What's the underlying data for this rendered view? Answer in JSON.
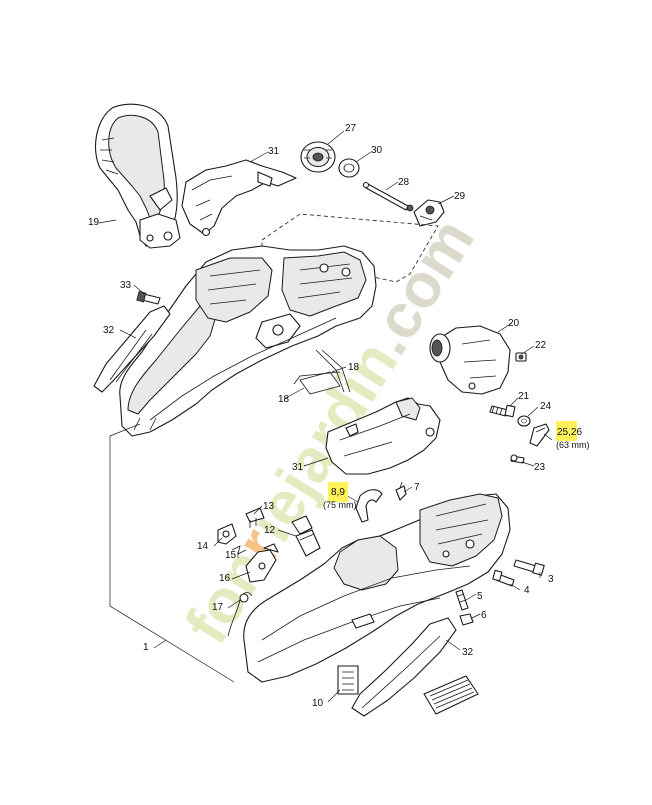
{
  "diagram": {
    "labels": {
      "p1": "1",
      "p3": "3",
      "p4": "4",
      "p5": "5",
      "p6": "6",
      "p7": "7",
      "p89": "8,9",
      "p89_note": "(75 mm)",
      "p10": "10",
      "p12": "12",
      "p13": "13",
      "p14": "14",
      "p15": "15",
      "p16": "16",
      "p17": "17",
      "p18a": "18",
      "p18b": "18",
      "p19": "19",
      "p20": "20",
      "p21": "21",
      "p22": "22",
      "p23": "23",
      "p24": "24",
      "p2526": "25,26",
      "p2526_note": "(63 mm)",
      "p27": "27",
      "p28": "28",
      "p29": "29",
      "p30": "30",
      "p31a": "31",
      "p31b": "31",
      "p32a": "32",
      "p32b": "32",
      "p33": "33"
    },
    "highlight_color": "#fdf25a",
    "watermark": {
      "part1": "fon",
      "part2": "r",
      "part3": "ie",
      "part4": "jardin",
      "part5": ".com",
      "color_green": "#e3ebc0",
      "color_orange": "#f6c48a",
      "color_grey": "#dcd9cd"
    }
  }
}
